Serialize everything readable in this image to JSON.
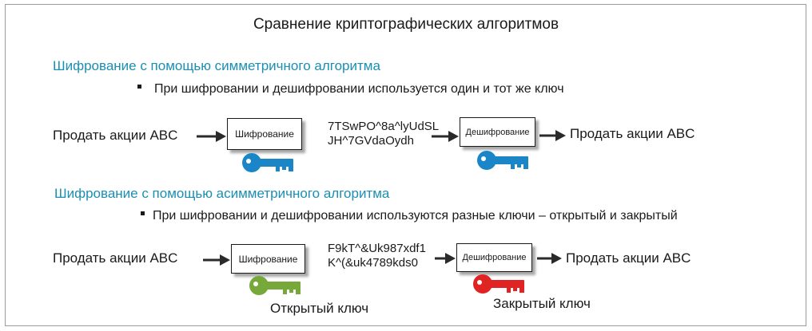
{
  "title": "Сравнение криптографических алгоритмов",
  "symmetric": {
    "heading": "Шифрование с помощью симметричного алгоритма",
    "bullet": "При шифровании и дешифровании используется один и тот же ключ",
    "plaintext_in": "Продать акции ABC",
    "encrypt_label": "Шифрование",
    "cipher_line1": "7TSwPO^8a^lyUdSL",
    "cipher_line2": "JH^7GVdaOydh",
    "decrypt_label": "Дешифрование",
    "plaintext_out": "Продать акции ABC",
    "key_color": "#1a86c8"
  },
  "asymmetric": {
    "heading": "Шифрование с помощью асимметричного алгоритма",
    "bullet": "При шифровании и дешифровании используются разные ключи – открытый и закрытый",
    "plaintext_in": "Продать акции ABC",
    "encrypt_label": "Шифрование",
    "cipher_line1": "F9kT^&Uk987xdf1",
    "cipher_line2": "K^(&uk4789kds0",
    "decrypt_label": "Дешифрование",
    "plaintext_out": "Продать акции ABC",
    "public_key_label": "Открытый ключ",
    "private_key_label": "Закрытый ключ",
    "public_key_color": "#76a83a",
    "private_key_color": "#e02424"
  }
}
